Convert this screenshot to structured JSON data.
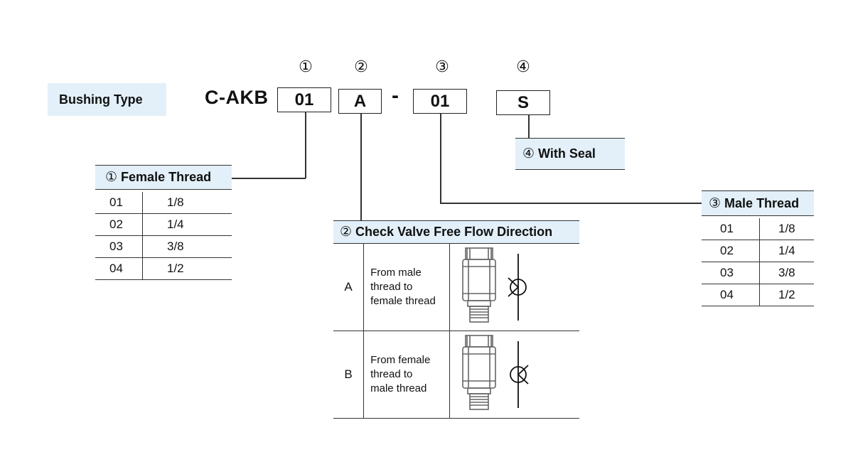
{
  "code_label": "Bushing Type",
  "code_prefix": "C-AKB",
  "code_fields": [
    {
      "marker": "①",
      "value": "01"
    },
    {
      "marker": "②",
      "value": "A"
    },
    {
      "marker": "③",
      "value": "01"
    },
    {
      "marker": "④",
      "value": "S"
    }
  ],
  "separator": "-",
  "female_thread": {
    "marker": "①",
    "title": "Female Thread",
    "rows": [
      [
        "01",
        "1/8"
      ],
      [
        "02",
        "1/4"
      ],
      [
        "03",
        "3/8"
      ],
      [
        "04",
        "1/2"
      ]
    ]
  },
  "male_thread": {
    "marker": "③",
    "title": "Male Thread",
    "rows": [
      [
        "01",
        "1/8"
      ],
      [
        "02",
        "1/4"
      ],
      [
        "03",
        "3/8"
      ],
      [
        "04",
        "1/2"
      ]
    ]
  },
  "seal": {
    "marker": "④",
    "title": "With Seal"
  },
  "check_valve": {
    "marker": "②",
    "title": "Check Valve Free Flow Direction",
    "rows": [
      {
        "code": "A",
        "desc": [
          "From male",
          "thread to",
          "female thread"
        ]
      },
      {
        "code": "B",
        "desc": [
          "From female",
          "thread to",
          "male thread"
        ]
      }
    ]
  }
}
